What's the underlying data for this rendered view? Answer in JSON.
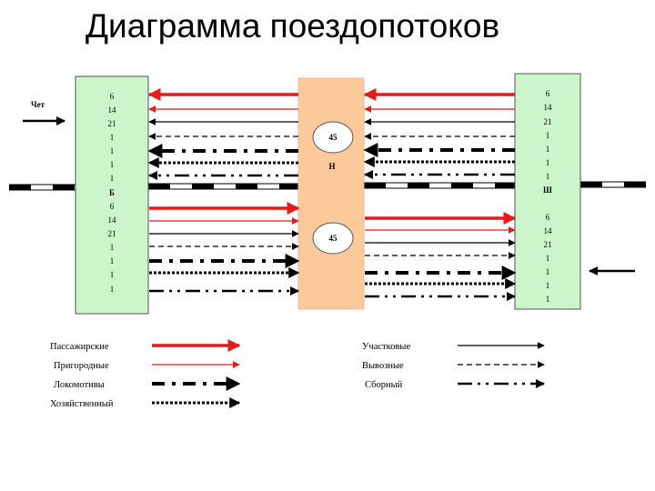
{
  "title": "Диаграмма поездопотоков",
  "direction_label": "Чет",
  "stations": {
    "left": {
      "name": "Б",
      "top_numbers": [
        "6",
        "14",
        "21",
        "1",
        "1",
        "1",
        "1"
      ],
      "bottom_numbers": [
        "6",
        "14",
        "21",
        "1",
        "1",
        "1",
        "1"
      ]
    },
    "middle": {
      "name": "Н",
      "upper_value": "45",
      "lower_value": "45"
    },
    "right": {
      "name": "Ш",
      "top_numbers": [
        "6",
        "14",
        "21",
        "1",
        "1",
        "1",
        "1"
      ],
      "bottom_numbers": [
        "6",
        "14",
        "21",
        "1",
        "1",
        "1",
        "1"
      ]
    }
  },
  "flow_order": [
    "passenger",
    "suburban",
    "district",
    "export",
    "locomotive",
    "service",
    "pickup"
  ],
  "legend": {
    "passenger": "Пассажирские",
    "suburban": "Пригородные",
    "locomotive": "Локомотивы",
    "service": "Хозяйственный",
    "district": "Участковые",
    "export": "Вывозные",
    "pickup": "Сборный"
  },
  "colors": {
    "left_station": "#ccf5cc",
    "middle_station": "#fcc99a",
    "red": "#e31b1b"
  }
}
